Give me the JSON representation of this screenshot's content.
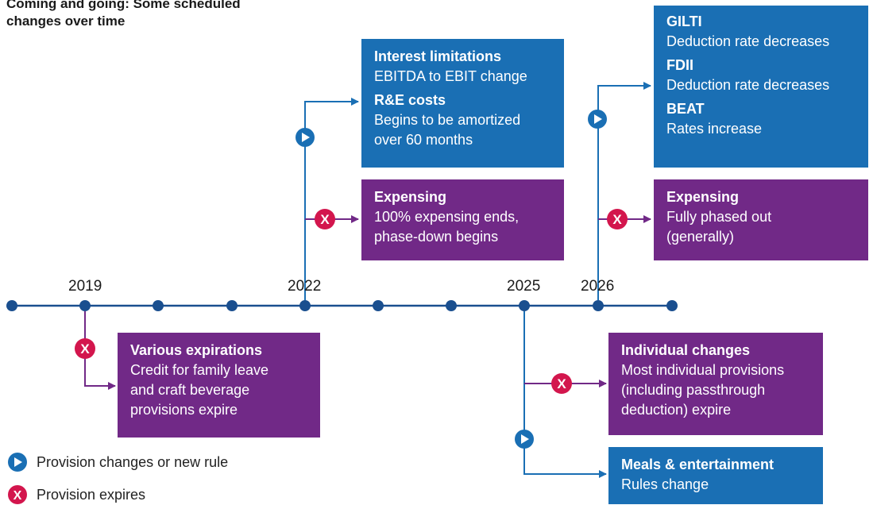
{
  "title": "Coming and going: Some scheduled changes over time",
  "years": [
    "2019",
    "2022",
    "2025",
    "2026"
  ],
  "boxes": {
    "interest": {
      "h1": "Interest limitations",
      "t1": "EBITDA to EBIT change",
      "h2": "R&E costs",
      "t2a": "Begins to be amortized",
      "t2b": "over 60 months"
    },
    "expensing2022": {
      "h": "Expensing",
      "t1": "100% expensing ends,",
      "t2": "phase-down begins"
    },
    "gilti": {
      "h1": "GILTI",
      "t1": "Deduction rate decreases",
      "h2": "FDII",
      "t2": "Deduction rate decreases",
      "h3": "BEAT",
      "t3": "Rates increase"
    },
    "expensing2026": {
      "h": "Expensing",
      "t1": "Fully phased out",
      "t2": "(generally)"
    },
    "various": {
      "h": "Various expirations",
      "t1": "Credit for family leave",
      "t2": "and craft beverage",
      "t3": "provisions expire"
    },
    "individual": {
      "h": "Individual changes",
      "t1": "Most individual provisions",
      "t2": "(including passthrough",
      "t3": "deduction) expire"
    },
    "meals": {
      "h": "Meals & entertainment",
      "t1": "Rules change"
    }
  },
  "legend": {
    "change": "Provision changes or new rule",
    "expires": "Provision expires"
  },
  "colors": {
    "blue": "#1a6fb4",
    "purple": "#712987",
    "line": "#1a4f8f",
    "expire": "#d3164d"
  }
}
